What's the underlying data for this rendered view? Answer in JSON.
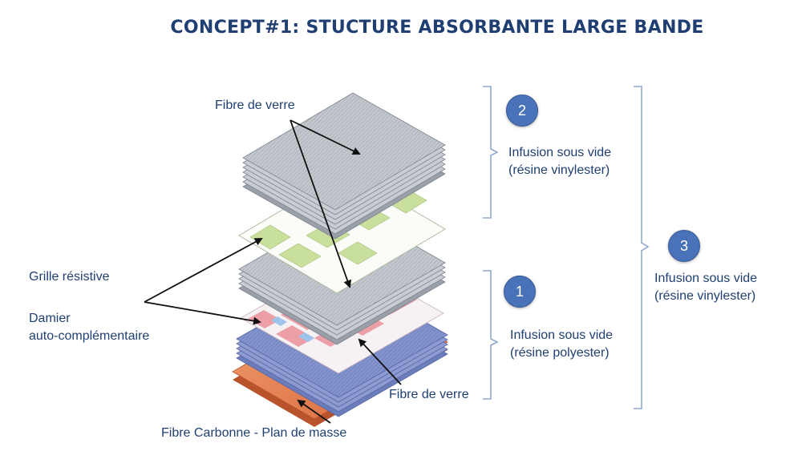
{
  "title": "CONCEPT#1: STUCTURE ABSORBANTE LARGE BANDE",
  "labels": {
    "fibre_top": "Fibre de verre",
    "grille": "Grille résistive",
    "damier_1": "Damier",
    "damier_2": "auto-complémentaire",
    "fibre_bottom": "Fibre de verre",
    "carbone": "Fibre Carbonne - Plan de masse"
  },
  "steps": [
    {
      "number": "2",
      "line1": "Infusion sous vide",
      "line2": "(résine vinylester)"
    },
    {
      "number": "1",
      "line1": "Infusion sous vide",
      "line2": "(résine polyester)"
    },
    {
      "number": "3",
      "line1": "Infusion sous vide",
      "line2": "(résine vinylester)"
    }
  ],
  "colors": {
    "title": "#1f3f73",
    "text": "#1f3f73",
    "circle": "#4a72b8",
    "glass_grey": "#b9bec6",
    "glass_blue": "#7f8fc8",
    "grid_green": "#cfe3a5",
    "checker_pink": "#ec9fa7",
    "carbon_orange": "#e07a4a",
    "bracket": "#8fa8cf"
  }
}
